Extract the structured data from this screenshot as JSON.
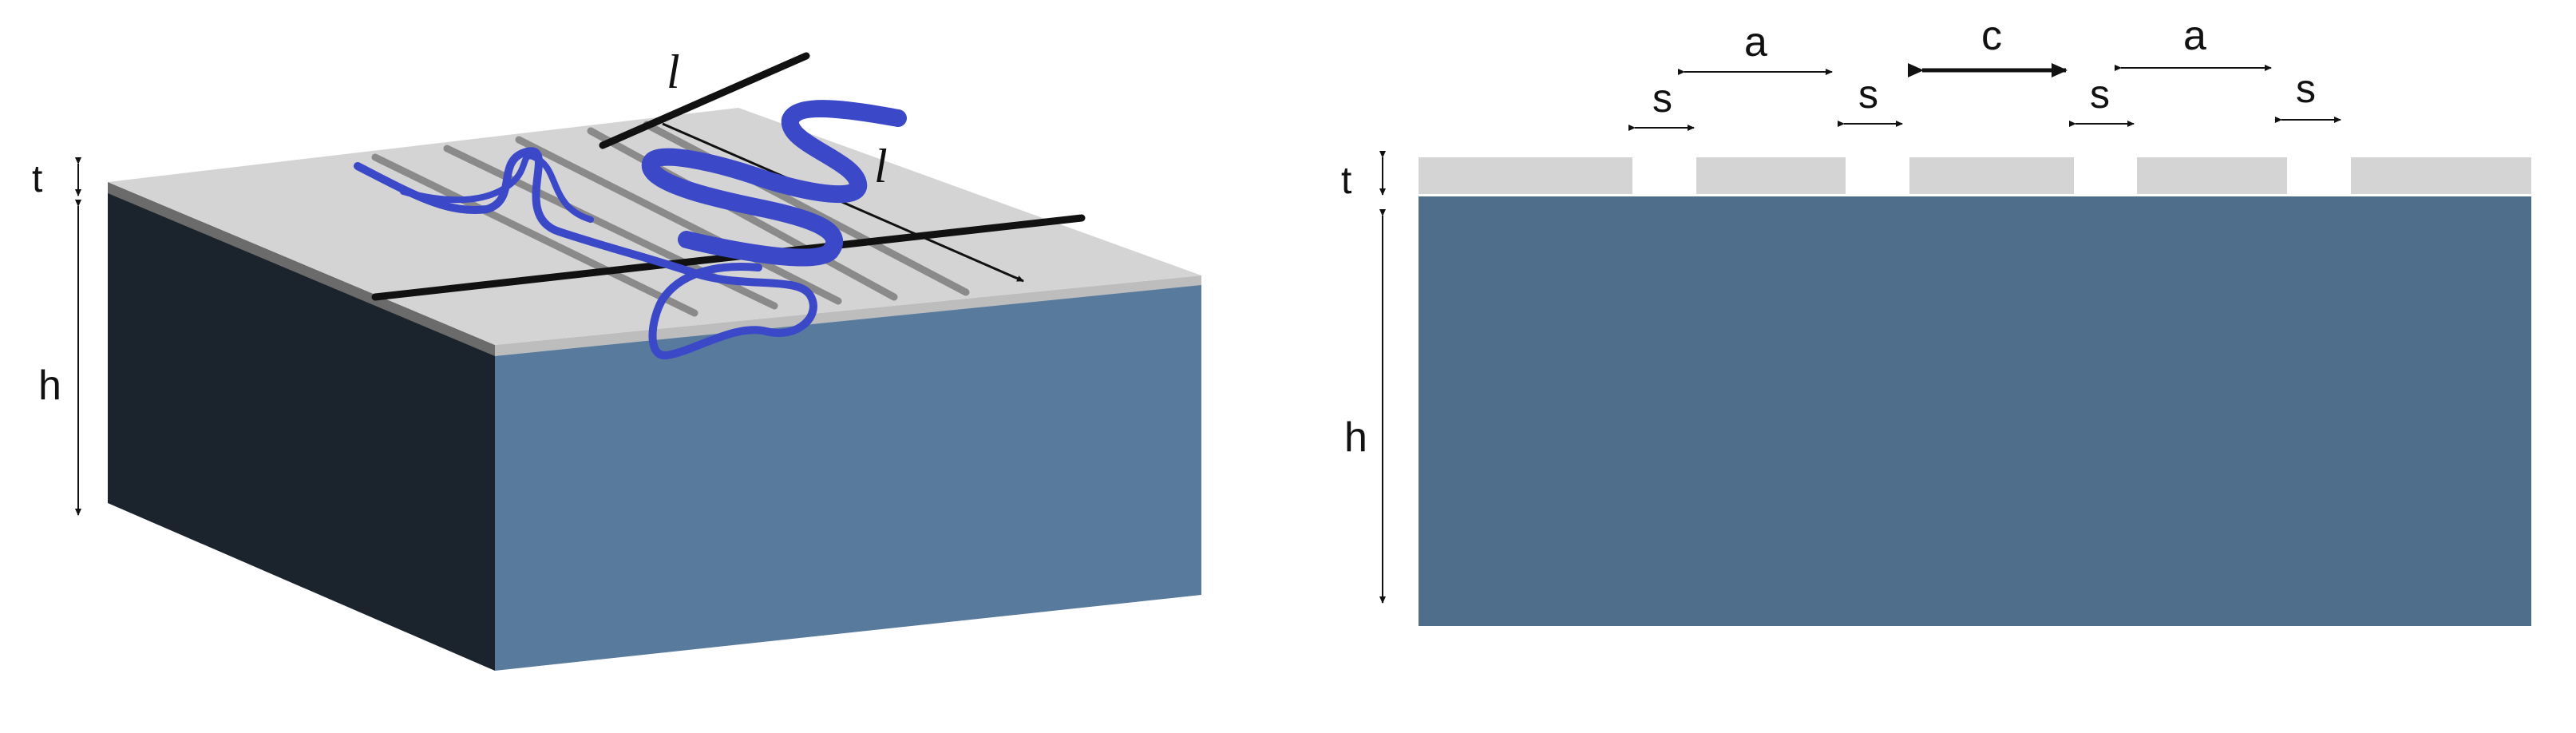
{
  "left_panel": {
    "labels": {
      "t": "t",
      "h": "h",
      "l_top": "l",
      "l_side": "l"
    }
  },
  "right_panel": {
    "labels": {
      "t": "t",
      "h": "h",
      "a_left": "a",
      "a_right": "a",
      "c": "c",
      "s1": "s",
      "s2": "s",
      "s3": "s",
      "s4": "s"
    }
  },
  "colors": {
    "substrate_front": "#587b9d",
    "substrate_side": "#1b232d",
    "substrate_cross_section": "#4f6e8c",
    "metal_top": "#d4d4d4",
    "metal_edge": "#8a8a8a",
    "scribble": "#3b48c8",
    "line": "#111111"
  }
}
